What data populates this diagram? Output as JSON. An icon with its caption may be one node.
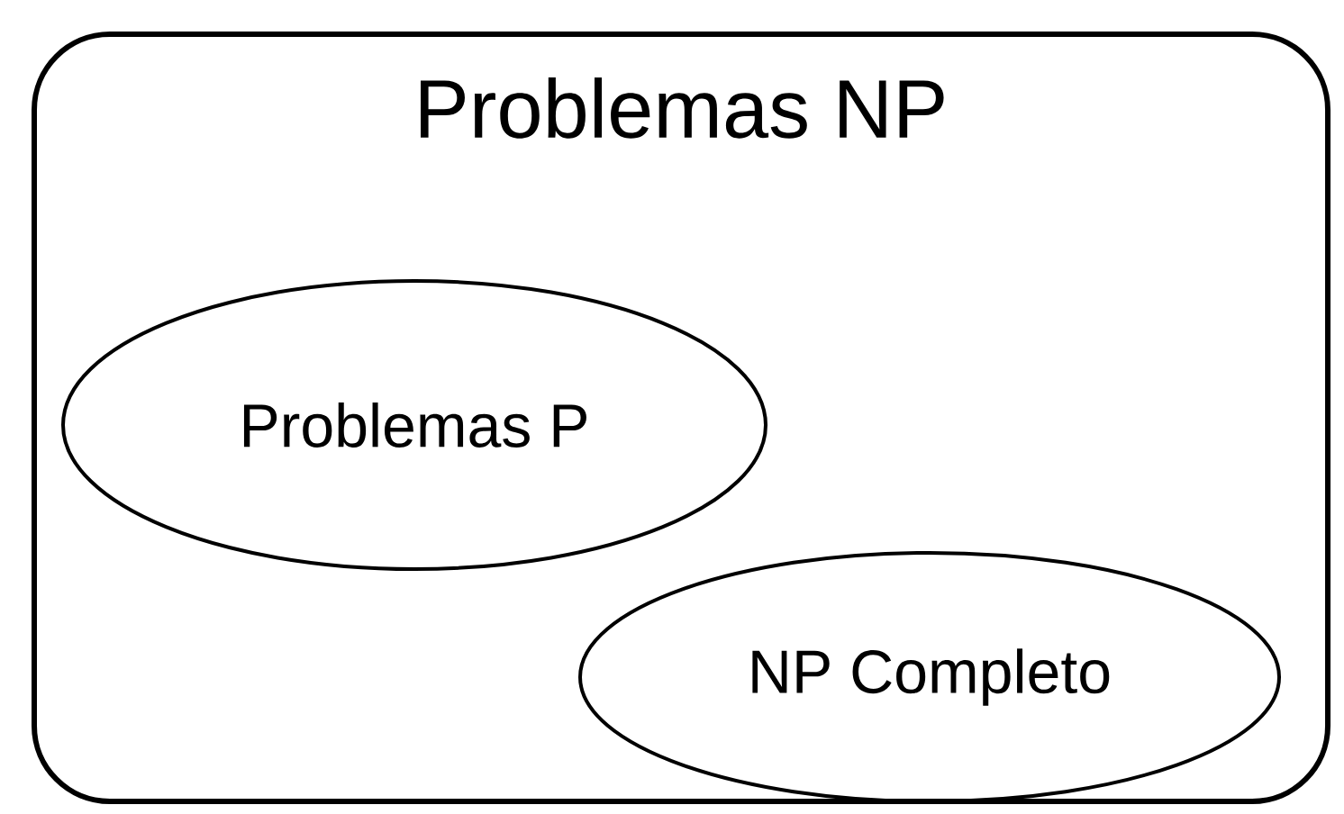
{
  "diagram": {
    "nodes": [
      {
        "text": [
          "Problemas NP"
        ]
      },
      {
        "text": [
          "Problemas P"
        ],
        "in": 0
      },
      {
        "text": [
          "NP Completo"
        ],
        "in": 0
      }
    ]
  }
}
